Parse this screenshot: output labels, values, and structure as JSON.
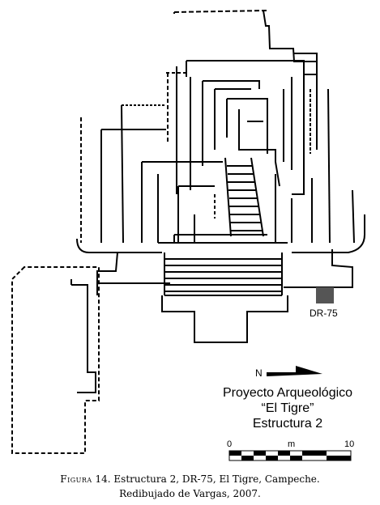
{
  "plan": {
    "marker_label": "DR-75",
    "north_letter": "N",
    "title_line1": "Proyecto Arqueológico",
    "title_line2": "“El Tigre”",
    "title_line3": "Estructura 2",
    "scale_start": "0",
    "scale_unit": "m",
    "scale_end": "10"
  },
  "caption": {
    "figure_label": "Figura",
    "line1_rest": " 14. Estructura 2, DR-75, El Tigre, Campeche.",
    "line2": "Redibujado de Vargas, 2007."
  },
  "colors": {
    "ink": "#000000",
    "marker_fill": "#555555",
    "background": "#ffffff"
  }
}
